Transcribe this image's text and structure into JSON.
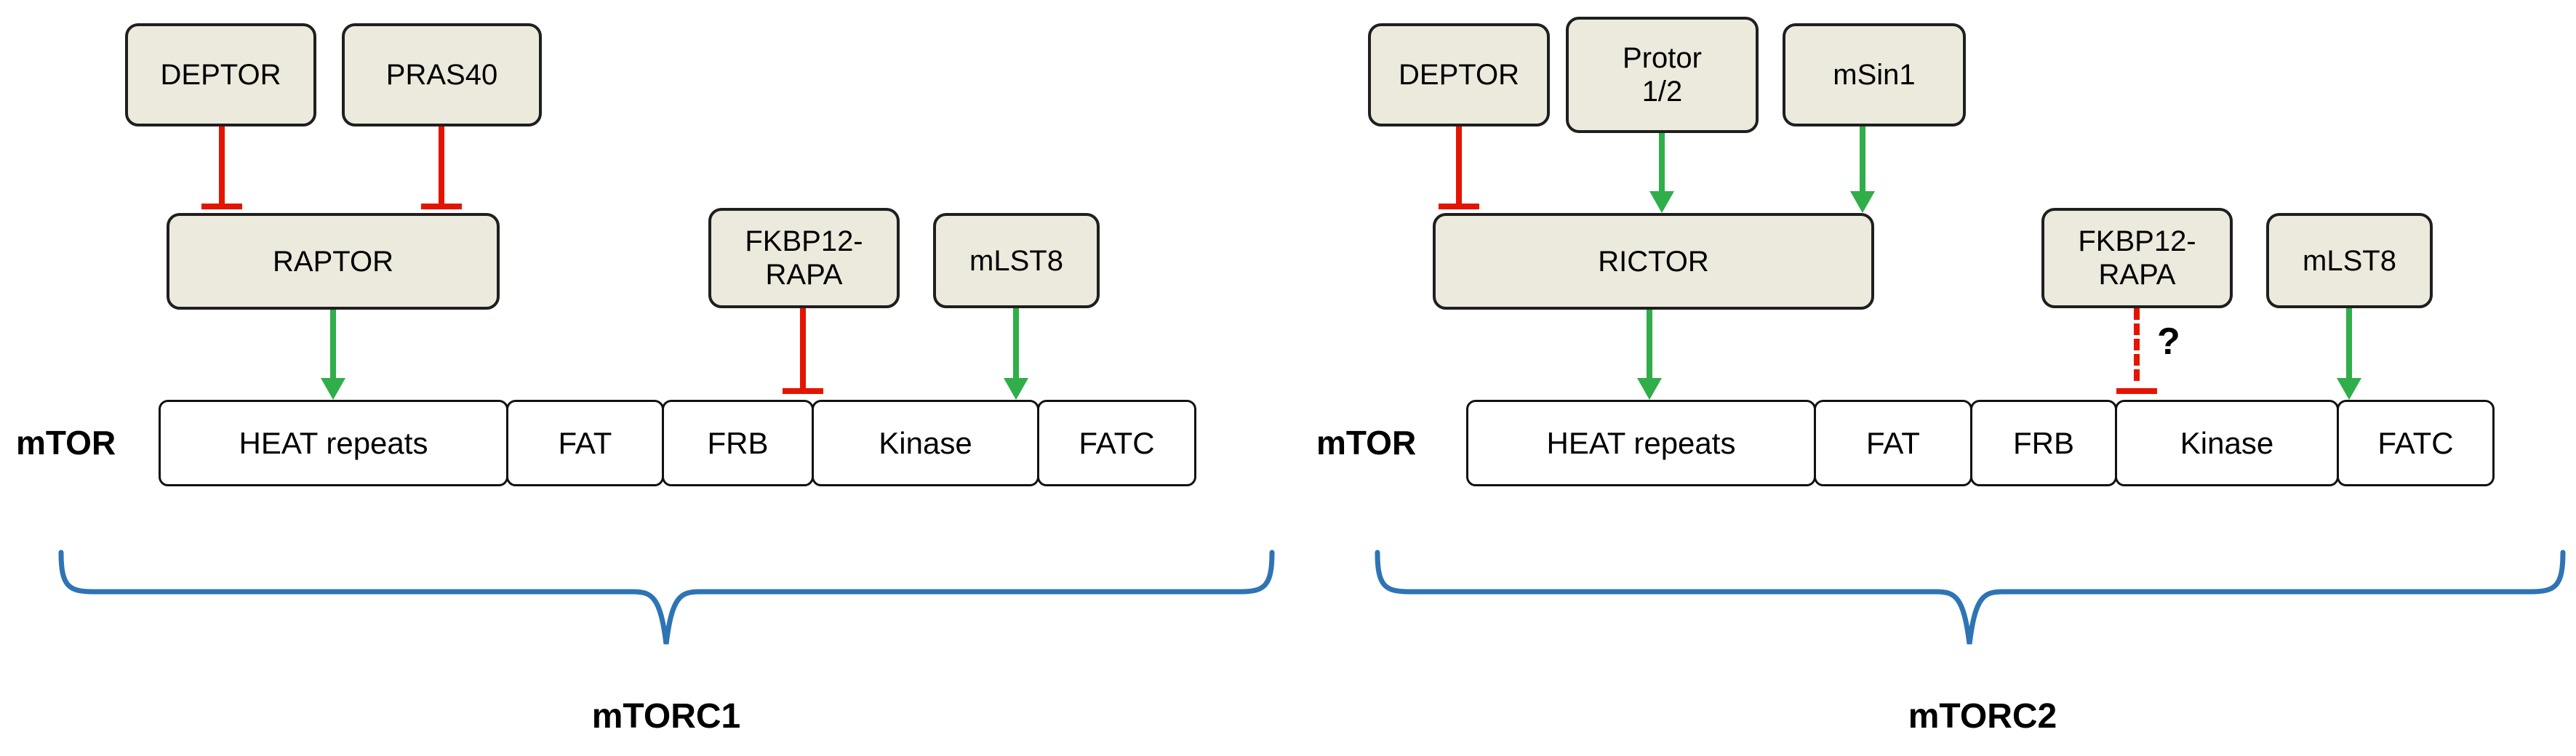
{
  "colors": {
    "box_fill": "#ece9dd",
    "outline": "#1f1f1f",
    "inhibit_red": "#e51400",
    "activate_green": "#2fae49",
    "brace_blue": "#2e74b5"
  },
  "mtorc1": {
    "title": "mTORC1",
    "mtor_label": "mTOR",
    "deptor": "DEPTOR",
    "pras40": "PRAS40",
    "raptor": "RAPTOR",
    "fkbp12": "FKBP12-\nRAPA",
    "mlst8": "mLST8",
    "domains": {
      "heat": "HEAT repeats",
      "fat": "FAT",
      "frb": "FRB",
      "kinase": "Kinase",
      "fatc": "FATC"
    }
  },
  "mtorc2": {
    "title": "mTORC2",
    "mtor_label": "mTOR",
    "deptor": "DEPTOR",
    "protor": "Protor\n1/2",
    "msin1": "mSin1",
    "rictor": "RICTOR",
    "fkbp12": "FKBP12-\nRAPA",
    "mlst8": "mLST8",
    "question_mark": "?",
    "domains": {
      "heat": "HEAT repeats",
      "fat": "FAT",
      "frb": "FRB",
      "kinase": "Kinase",
      "fatc": "FATC"
    }
  }
}
